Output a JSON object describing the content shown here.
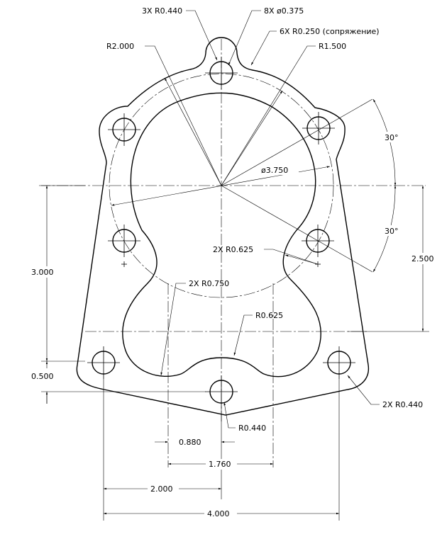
{
  "annotations": {
    "r0440_3x": "3X  R0.440",
    "dia0375_8x": "8X  ø0.375",
    "r0250_6x": "6X  R0.250 (сопряжение)",
    "r2000": "R2.000",
    "r1500": "R1.500",
    "dia3750": "ø3.750",
    "r0625_2x": "2X  R0.625",
    "r0750_2x": "2X  R0.750",
    "r0625": "R0.625",
    "r0440_bottom": "R0.440",
    "r0440_2x": "2X  R0.440"
  },
  "dimensions": {
    "angle_upper": "30°",
    "angle_lower": "30°",
    "d3000": "3.000",
    "d2500": "2.500",
    "d0500": "0.500",
    "d0880": "0.880",
    "d1760": "1.760",
    "d2000": "2.000",
    "d4000": "4.000"
  }
}
